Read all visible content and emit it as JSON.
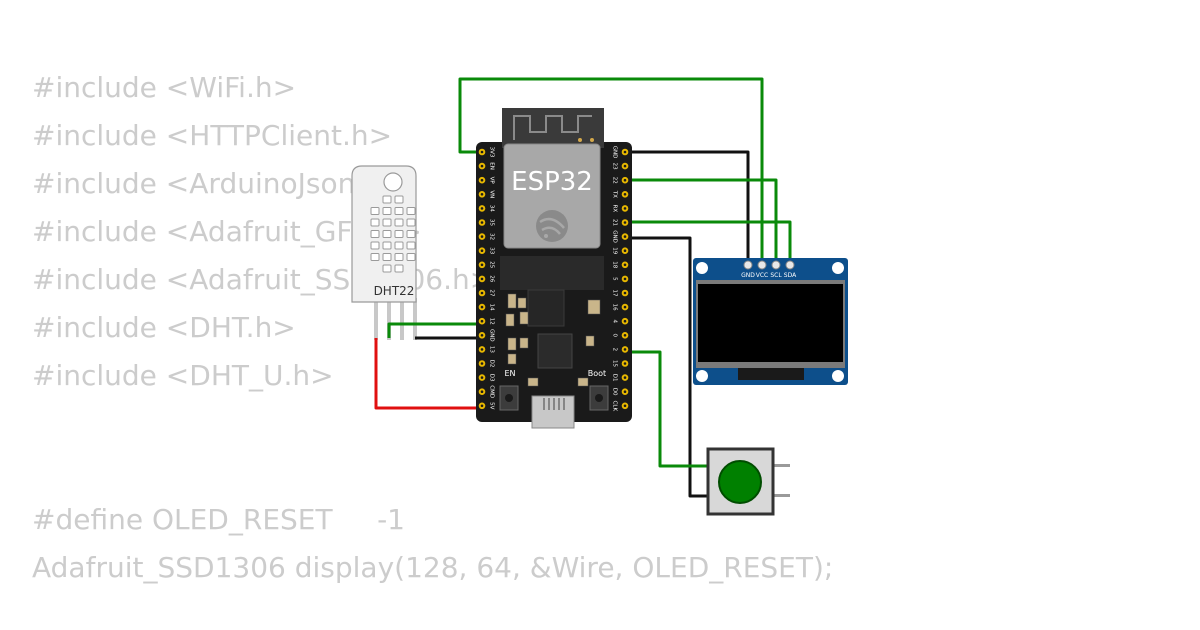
{
  "code": {
    "includes": [
      "#include <WiFi.h>",
      "#include <HTTPClient.h>",
      "#include <ArduinoJson.h>",
      "#include <Adafruit_GFX.h>",
      "#include <Adafruit_SSD1306.h>",
      "#include <DHT.h>",
      "#include <DHT_U.h>"
    ],
    "define_line": "#define OLED_RESET     -1",
    "display_line": "Adafruit_SSD1306 display(128, 64, &Wire, OLED_RESET);"
  },
  "components": {
    "esp32": {
      "label": "ESP32",
      "en_label": "EN",
      "boot_label": "Boot",
      "left_pins": [
        "3V3",
        "EN",
        "VP",
        "VN",
        "34",
        "35",
        "32",
        "33",
        "25",
        "26",
        "27",
        "14",
        "12",
        "GND",
        "13",
        "D2",
        "D3",
        "CMD",
        "5V"
      ],
      "right_pins": [
        "GND",
        "23",
        "22",
        "TX",
        "RX",
        "21",
        "GND",
        "19",
        "18",
        "5",
        "17",
        "16",
        "4",
        "0",
        "2",
        "15",
        "D1",
        "D0",
        "CLK"
      ]
    },
    "dht22": {
      "label": "DHT22"
    },
    "oled": {
      "pins": [
        "GND",
        "VCC",
        "SCL",
        "SDA"
      ]
    },
    "button": {
      "color": "#008000"
    }
  },
  "colors": {
    "wire_green": "#0a8a0a",
    "wire_black": "#111111",
    "wire_red": "#e01010",
    "board": "#1a1a1a",
    "oled_pcb": "#0d4f8b",
    "code_text": "#cccccc"
  }
}
